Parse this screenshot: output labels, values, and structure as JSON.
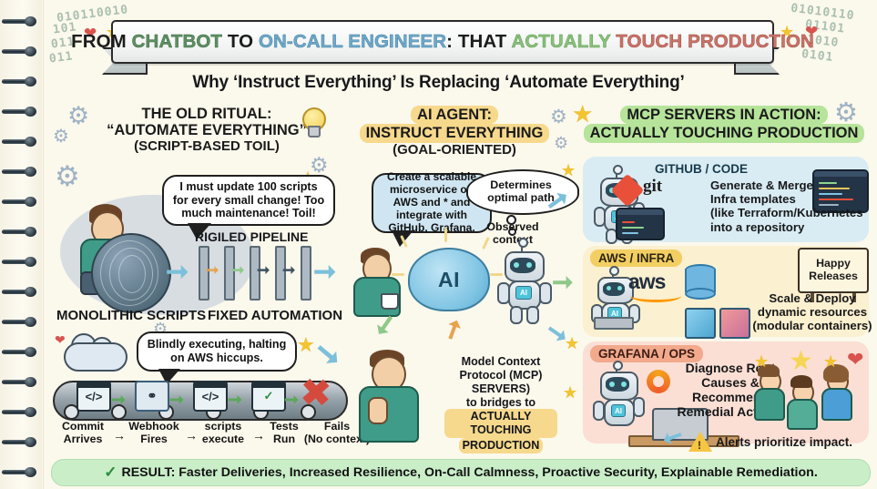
{
  "poster": {
    "title_parts": [
      {
        "text": "FROM ",
        "color": "#1c1c1c"
      },
      {
        "text": "CHATBOT",
        "color": "#5f8f63"
      },
      {
        "text": " TO ",
        "color": "#1c1c1c"
      },
      {
        "text": "ON-CALL ENGINEER",
        "color": "#6fa8c9"
      },
      {
        "text": ": THAT ",
        "color": "#1c1c1c"
      },
      {
        "text": "ACTUALLY",
        "color": "#89c07a"
      },
      {
        "text": " TOUCH PRODUCTION",
        "color": "#c9746a"
      }
    ],
    "title_plain": "FROM CHATBOT TO ON-CALL ENGINEER: THAT ACTUALLY TOUCH PRODUCTION",
    "subtitle": "Why ‘Instruct Everything’ Is Replacing ‘Automate Everything’",
    "background_color": "#fbf8ec"
  },
  "decor": {
    "binary_left": [
      "010110010",
      "101",
      "011",
      "011"
    ],
    "binary_right": [
      "01010110",
      "01101",
      "1010",
      "0101"
    ]
  },
  "left_column": {
    "heading_line1": "THE OLD RITUAL:",
    "heading_line2": "“AUTOMATE EVERYTHING”",
    "heading_line3": "(SCRIPT-BASED TOIL)",
    "speech_bubble": "I must update 100 scripts for every small change! Too much maintenance! Toil!",
    "rigid_pipeline_label": "RIGILED PIPELINE",
    "monolithic_label": "MONOLITHIC SCRIPTS",
    "fixed_automation_label": "FIXED AUTOMATION",
    "blind_bubble": "Blindly executing, halting on AWS hiccups.",
    "pipeline_steps": [
      {
        "line1": "Commit",
        "line2": "Arrives"
      },
      {
        "line1": "Webhook",
        "line2": "Fires"
      },
      {
        "line1": "scripts",
        "line2": "execute"
      },
      {
        "line1": "Tests",
        "line2": "Run"
      },
      {
        "line1": "Fails",
        "line2": "(No context)"
      }
    ],
    "step_separator": "→"
  },
  "middle_column": {
    "heading_line1": "AI AGENT:",
    "heading_line2": "INSTRUCT EVERYTHING",
    "heading_line3": "(GOAL-ORIENTED)",
    "prompt_bubble": "Create a scalable microservice on AWS and * and integrate with GitHub, Grafana.",
    "determines_bubble": "Determines optimal path",
    "observed_context": "Observed context",
    "brain_label": "AI",
    "mcp_line1": "Model Context",
    "mcp_line2": "Protocol (MCP)",
    "mcp_line3": "SERVERS)",
    "mcp_line4": "to bridges to",
    "mcp_highlight1": "ACTUALLY TOUCHING",
    "mcp_highlight2": "PRODUCTION"
  },
  "right_column": {
    "heading_line1": "MCP SERVERS IN ACTION:",
    "heading_line2": "ACTUALLY TOUCHING PRODUCTION",
    "panels": [
      {
        "tag": "GITHUB / CODE",
        "tag_color": "#163a4c",
        "bg": "#d9ecf3",
        "logo_word": "git",
        "text_lines": [
          "Generate & Merge",
          "Infra templates",
          "(like Terraform/Kubernetes",
          "into a repository"
        ]
      },
      {
        "tag": "AWS / INFRA",
        "tag_color": "#2a2410",
        "bg": "#fbf0cf",
        "logo_word": "aws",
        "text_lines": [
          "Scale & Deploy",
          "dynamic resources",
          "(modular containers)"
        ],
        "sign_line1": "Happy",
        "sign_line2": "Releases"
      },
      {
        "tag": "GRAFANA / OPS",
        "tag_color": "#3a1d15",
        "bg": "#fbdfd4",
        "text_lines": [
          "Diagnose Root",
          "Causes &",
          "Recommend",
          "Remedial Actions"
        ],
        "alert_text": "Alerts prioritize impact."
      }
    ]
  },
  "result_banner": {
    "check_icon": "✓",
    "text": "RESULT: Faster Deliveries, Increased Resilience, On-Call Calmness, Proactive Security, Explainable Remediation.",
    "bg": "#c9eec8"
  }
}
